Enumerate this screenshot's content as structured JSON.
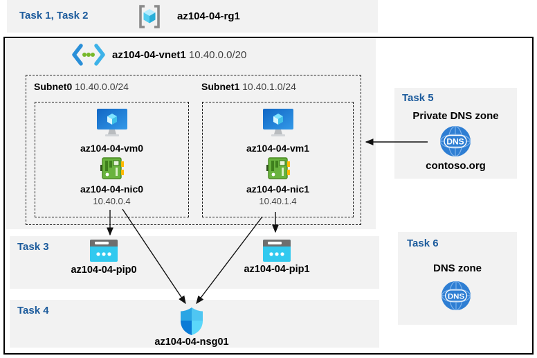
{
  "colors": {
    "accent_blue": "#1c5b9c",
    "panel_gray": "#f2f2f2",
    "frame_black": "#000000",
    "pip_cyan": "#31c9ef",
    "nic_green": "#69b33e",
    "vm_blue": "#1c7fd6",
    "dns_blue": "#2e7ed3",
    "nsg_blue": "#2aa5e4"
  },
  "header": {
    "task_label": "Task 1, Task 2",
    "resource_group": "az104-04-rg1"
  },
  "vnet": {
    "name": "az104-04-vnet1",
    "cidr": "10.40.0.0/20"
  },
  "subnets": [
    {
      "name": "Subnet0",
      "cidr": "10.40.0.0/24",
      "vm": "az104-04-vm0",
      "nic": "az104-04-nic0",
      "ip": "10.40.0.4"
    },
    {
      "name": "Subnet1",
      "cidr": "10.40.1.0/24",
      "vm": "az104-04-vm1",
      "nic": "az104-04-nic1",
      "ip": "10.40.1.4"
    }
  ],
  "task3": {
    "label": "Task 3",
    "pips": [
      "az104-04-pip0",
      "az104-04-pip1"
    ]
  },
  "task4": {
    "label": "Task 4",
    "nsg": "az104-04-nsg01"
  },
  "task5": {
    "label": "Task 5",
    "title": "Private DNS zone",
    "zone": "contoso.org",
    "icon_text": "DNS"
  },
  "task6": {
    "label": "Task 6",
    "title": "DNS zone",
    "icon_text": "DNS"
  },
  "icons": [
    "resource-group-icon",
    "virtual-network-icon",
    "virtual-machine-icon",
    "network-interface-icon",
    "public-ip-icon",
    "nsg-shield-icon",
    "dns-zone-icon"
  ]
}
